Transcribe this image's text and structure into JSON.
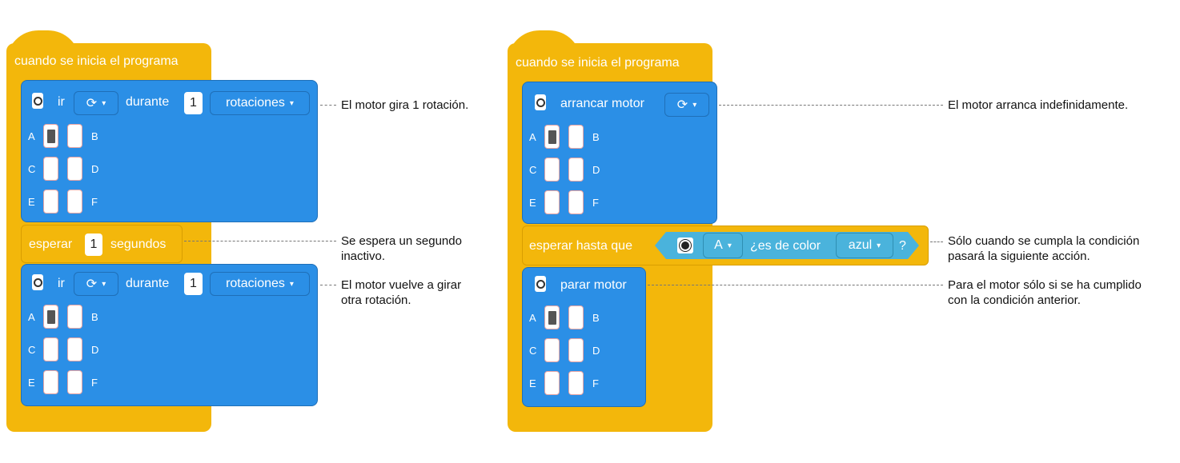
{
  "programs": [
    {
      "hat_title": "cuando se inicia el programa",
      "blocks": [
        {
          "verb": "ir",
          "direction_icon": "rotate-clockwise-icon",
          "during": "durante",
          "amount": "1",
          "unit": "rotaciones"
        },
        {
          "wait_label": "esperar",
          "amount": "1",
          "unit": "segundos"
        },
        {
          "verb": "ir",
          "direction_icon": "rotate-clockwise-icon",
          "during": "durante",
          "amount": "1",
          "unit": "rotaciones"
        }
      ],
      "annotations": [
        "El motor gira 1 rotación.",
        "Se espera un segundo\ninactivo.",
        "El motor vuelve a girar\notra rotación."
      ]
    },
    {
      "hat_title": "cuando se inicia el programa",
      "blocks": [
        {
          "verb": "arrancar motor",
          "direction_icon": "rotate-clockwise-icon"
        },
        {
          "wait_label": "esperar hasta que",
          "port": "A",
          "question": "¿es de color",
          "color": "azul",
          "qmark": "?"
        },
        {
          "verb": "parar motor"
        }
      ],
      "annotations": [
        "El motor arranca indefinidamente.",
        "Sólo cuando se cumpla la condición\npasará la siguiente acción.",
        "Para el motor sólo si se ha cumplido\ncon la condición anterior."
      ]
    }
  ],
  "port_labels": [
    "A",
    "B",
    "C",
    "D",
    "E",
    "F"
  ],
  "colors": {
    "event": "#f3b70b",
    "motor": "#2b8fe6",
    "sensor": "#4ab3dc"
  },
  "icons": {
    "caret": "▾",
    "rotate": "⟳"
  }
}
